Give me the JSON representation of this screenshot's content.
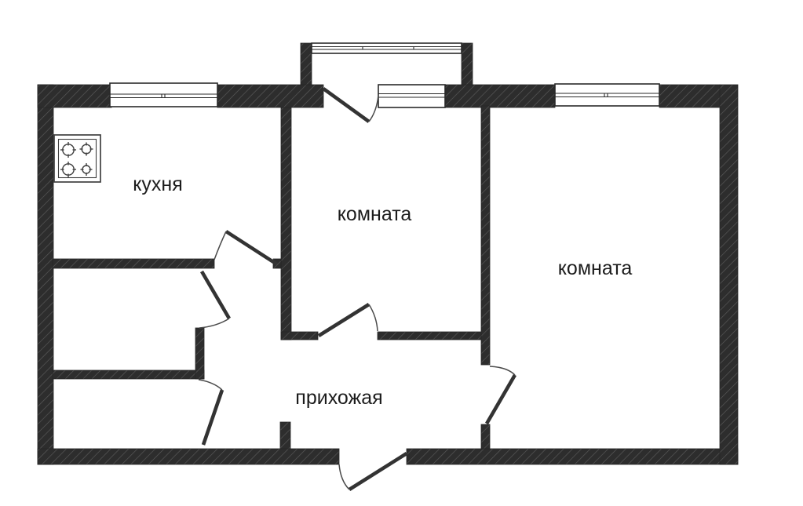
{
  "plan": {
    "type": "apartment-floor-plan",
    "rooms": [
      {
        "id": "kitchen",
        "label": "кухня"
      },
      {
        "id": "room-1",
        "label": "комната"
      },
      {
        "id": "room-2",
        "label": "комната"
      },
      {
        "id": "hallway",
        "label": "прихожая"
      }
    ],
    "fixtures": [
      {
        "id": "stove",
        "icon": "stove-icon",
        "burners": 4,
        "location": "kitchen"
      }
    ],
    "features": {
      "windows": 3,
      "balcony_windows": 1,
      "balcony_doors": 1,
      "interior_doors": 5,
      "entrance_doors": 1
    },
    "colors": {
      "background": "#ffffff",
      "wall_fill": "#2d2d2d",
      "wall_hatch": "#5a5a5a",
      "door_line": "#333333",
      "label_text": "#1c1c1c"
    }
  }
}
